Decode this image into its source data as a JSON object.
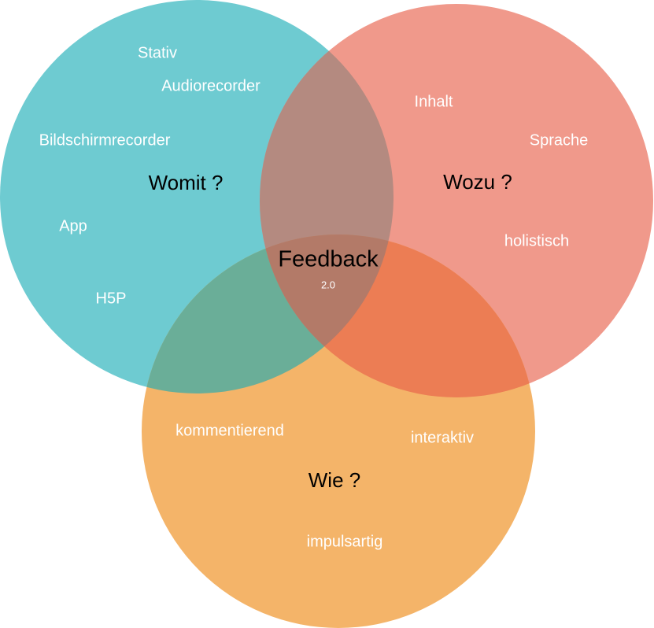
{
  "center": {
    "title": "Feedback",
    "subtitle": "2.0"
  },
  "sets": [
    {
      "name": "Womit ?",
      "color": "#6ECBD1",
      "items": [
        "Stativ",
        "Audiorecorder",
        "Bildschirmrecorder",
        "App",
        "H5P"
      ]
    },
    {
      "name": "Wozu ?",
      "color": "#F0998B",
      "items": [
        "Inhalt",
        "Sprache",
        "holistisch"
      ]
    },
    {
      "name": "Wie ?",
      "color": "#F4B469",
      "items": [
        "kommentierend",
        "interaktiv",
        "impulsartig"
      ]
    }
  ],
  "overlap_colors": {
    "womit_wozu": "#B48A80",
    "womit_wie": "#6AAE98",
    "wozu_wie": "#EC7D54",
    "all": "#B37A68"
  }
}
